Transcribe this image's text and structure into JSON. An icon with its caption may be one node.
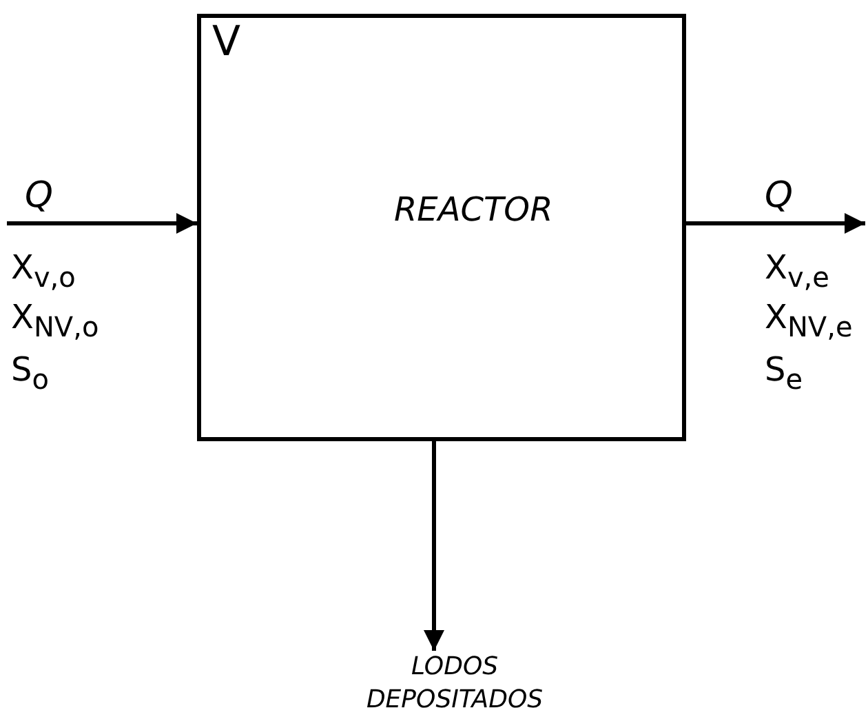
{
  "diagram": {
    "nodes": [
      {
        "text": [
          "V",
          "REACTOR"
        ]
      },
      {
        "text": [
          "LODOS DEPOSITADOS"
        ]
      }
    ],
    "edges": [
      {
        "from": null,
        "to": 0,
        "arrow": "to",
        "label": "Q"
      },
      {
        "from": 0,
        "to": null,
        "arrow": "to",
        "label": "Q"
      },
      {
        "from": 0,
        "to": 1,
        "arrow": "to"
      }
    ],
    "labels": [
      "X$_{v,o}$",
      "X$_{NV,o}$",
      "S$_{o}$",
      "X$_{v,e}$",
      "X$_{NV,e}$",
      "S$_{e}$"
    ]
  }
}
